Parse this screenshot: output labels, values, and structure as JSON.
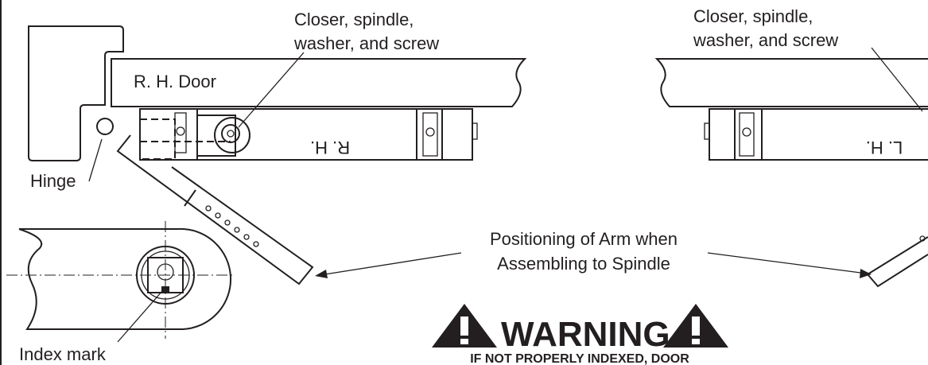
{
  "labels": {
    "closer_left_line1": "Closer, spindle,",
    "closer_left_line2": "washer, and screw",
    "closer_right_line1": "Closer, spindle,",
    "closer_right_line2": "washer, and screw",
    "door": "R. H. Door",
    "hinge": "Hinge",
    "rh_mark": "R. H.",
    "lh_mark": "L. H.",
    "positioning_line1": "Positioning of Arm when",
    "positioning_line2": "Assembling to Spindle",
    "index_mark": "Index mark"
  },
  "warning": {
    "title": "WARNING",
    "subtitle": "IF NOT PROPERLY INDEXED, DOOR",
    "icon": "exclamation-triangle-icon"
  },
  "colors": {
    "ink": "#231f20",
    "background": "#ffffff"
  }
}
